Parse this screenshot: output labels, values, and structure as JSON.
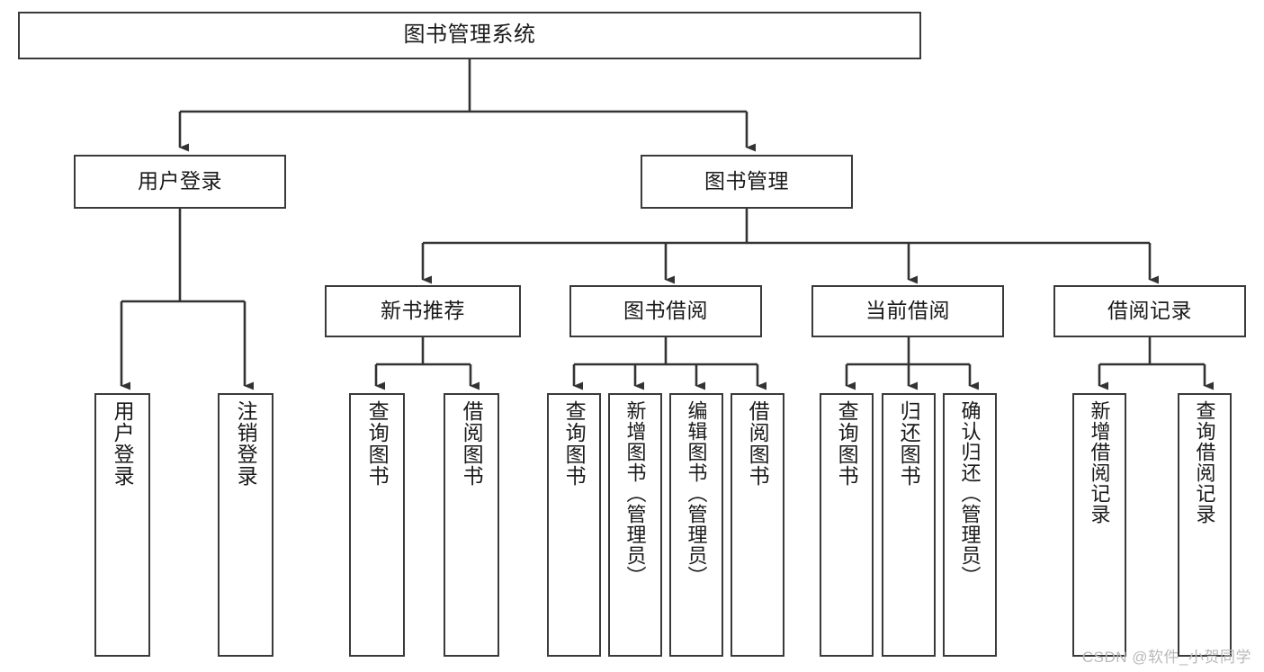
{
  "diagram": {
    "title": "图书管理系统",
    "type": "tree-hierarchy-chart",
    "colors": {
      "box_border": "#3a3a3a",
      "box_fill": "#ffffff",
      "edge": "#333333",
      "text": "#1a1a1a",
      "watermark": "#b9b9b9",
      "background": "#ffffff"
    },
    "root": {
      "label": "图书管理系统"
    },
    "level2": [
      {
        "label": "用户登录"
      },
      {
        "label": "图书管理"
      }
    ],
    "level3": [
      {
        "label": "新书推荐"
      },
      {
        "label": "图书借阅"
      },
      {
        "label": "当前借阅"
      },
      {
        "label": "借阅记录"
      }
    ],
    "leaves": {
      "user_login": [
        {
          "label": "用户登录"
        },
        {
          "label": "注销登录"
        }
      ],
      "new_book_recommend": [
        {
          "label": "查询图书"
        },
        {
          "label": "借阅图书"
        }
      ],
      "book_borrow": [
        {
          "label": "查询图书"
        },
        {
          "label": "新增图书（管理员）"
        },
        {
          "label": "编辑图书（管理员）"
        },
        {
          "label": "借阅图书"
        }
      ],
      "current_borrow": [
        {
          "label": "查询图书"
        },
        {
          "label": "归还图书"
        },
        {
          "label": "确认归还（管理员）"
        }
      ],
      "borrow_record": [
        {
          "label": "新增借阅记录"
        },
        {
          "label": "查询借阅记录"
        }
      ]
    }
  },
  "watermark": {
    "text": "CSDN @软件_小贺同学"
  }
}
